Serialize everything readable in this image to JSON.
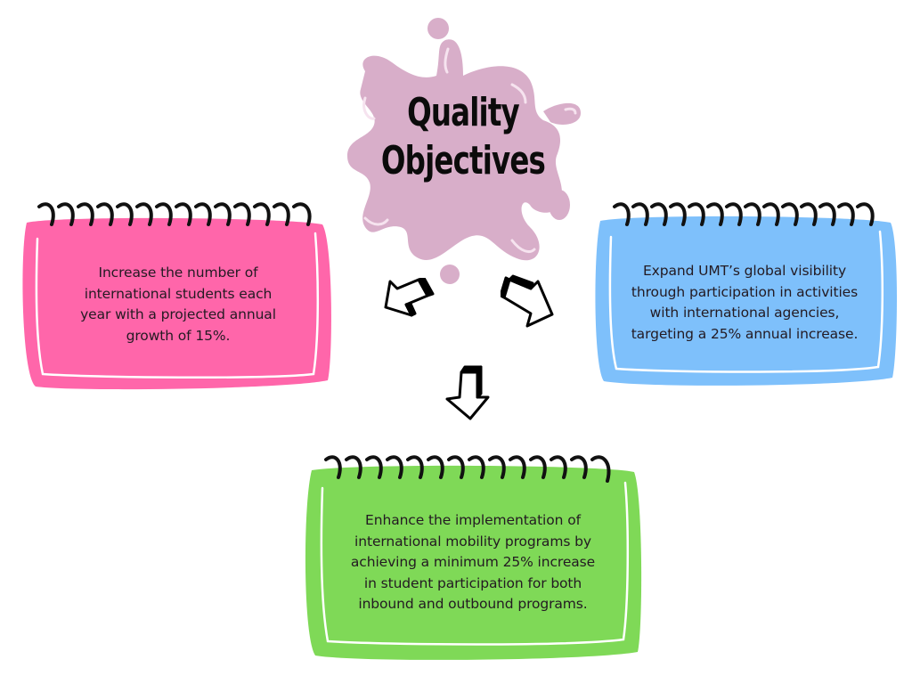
{
  "title": {
    "line1": "Quality",
    "line2": "Objectives"
  },
  "colors": {
    "splash": "#d8aec9",
    "pink": "#ff66aa",
    "blue": "#7ec0fb",
    "green": "#7fd957",
    "text": "#231a22"
  },
  "objectives": [
    {
      "id": "international-students",
      "text": "Increase the number of international students each year with a projected annual growth of 15%."
    },
    {
      "id": "global-visibility",
      "text": "Expand UMT’s global visibility through participation in activities with international agencies, targeting a 25% annual increase."
    },
    {
      "id": "mobility-programs",
      "text": "Enhance the implementation of international mobility programs by achieving a minimum 25% increase in student participation for both inbound and outbound programs."
    }
  ],
  "icons": {
    "splash": "paint-splash-icon",
    "arrow_left": "arrow-down-left-icon",
    "arrow_right": "arrow-down-right-icon",
    "arrow_down": "arrow-down-icon",
    "spiral": "spiral-binding-icon"
  }
}
